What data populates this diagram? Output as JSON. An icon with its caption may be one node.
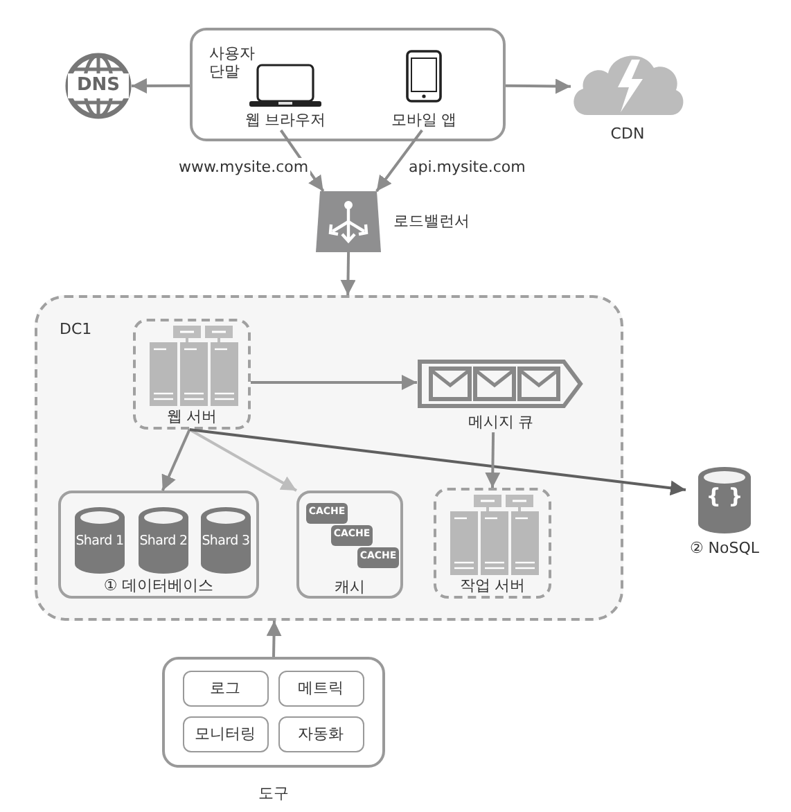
{
  "diagram": {
    "nodes": [
      {
        "text": [
          "사용자 단말"
        ]
      },
      {
        "text": [
          "웹 브라우저"
        ],
        "in": 0
      },
      {
        "text": [
          "모바일 앱"
        ],
        "in": 0
      },
      {
        "text": [
          "DNS"
        ]
      },
      {
        "text": [
          "CDN"
        ]
      },
      {
        "text": [
          "로드밸런서"
        ]
      },
      {
        "text": [
          "DC1"
        ]
      },
      {
        "text": [
          "웹 서버"
        ],
        "in": 6
      },
      {
        "text": [
          "메시지 큐"
        ],
        "in": 6
      },
      {
        "text": [
          "① 데이터베이스"
        ],
        "in": 6
      },
      {
        "text": [
          "Shard 1"
        ],
        "in": 9
      },
      {
        "text": [
          "Shard 2"
        ],
        "in": 9
      },
      {
        "text": [
          "Shard 3"
        ],
        "in": 9
      },
      {
        "text": [
          "캐시"
        ],
        "in": 6
      },
      {
        "text": [
          "CACHE"
        ],
        "in": 13
      },
      {
        "text": [
          "CACHE"
        ],
        "in": 13
      },
      {
        "text": [
          "CACHE"
        ],
        "in": 13
      },
      {
        "text": [
          "작업 서버"
        ],
        "in": 6
      },
      {
        "text": [
          "{ }",
          "② NoSQL"
        ]
      },
      {
        "text": [
          "도구"
        ]
      },
      {
        "text": [
          "로그"
        ],
        "in": 19
      },
      {
        "text": [
          "메트릭"
        ],
        "in": 19
      },
      {
        "text": [
          "모니터링"
        ],
        "in": 19
      },
      {
        "text": [
          "자동화"
        ],
        "in": 19
      }
    ],
    "edges": [
      {
        "from": 0,
        "to": 3,
        "arrow": "to"
      },
      {
        "from": 0,
        "to": 4,
        "arrow": "to"
      },
      {
        "from": 1,
        "to": 5,
        "arrow": "to",
        "label": "www.mysite.com"
      },
      {
        "from": 2,
        "to": 5,
        "arrow": "to",
        "label": "api.mysite.com"
      },
      {
        "from": 5,
        "to": 6,
        "arrow": "to"
      },
      {
        "from": 7,
        "to": 8,
        "arrow": "to"
      },
      {
        "from": 7,
        "to": 9,
        "arrow": "to"
      },
      {
        "from": 7,
        "to": 13,
        "arrow": "to",
        "color": "#bdbdbd"
      },
      {
        "from": 7,
        "to": 18,
        "arrow": "to",
        "color": "#5f5f5f"
      },
      {
        "from": 8,
        "to": 17,
        "arrow": "to"
      },
      {
        "from": 19,
        "to": 6,
        "arrow": "to"
      }
    ]
  }
}
